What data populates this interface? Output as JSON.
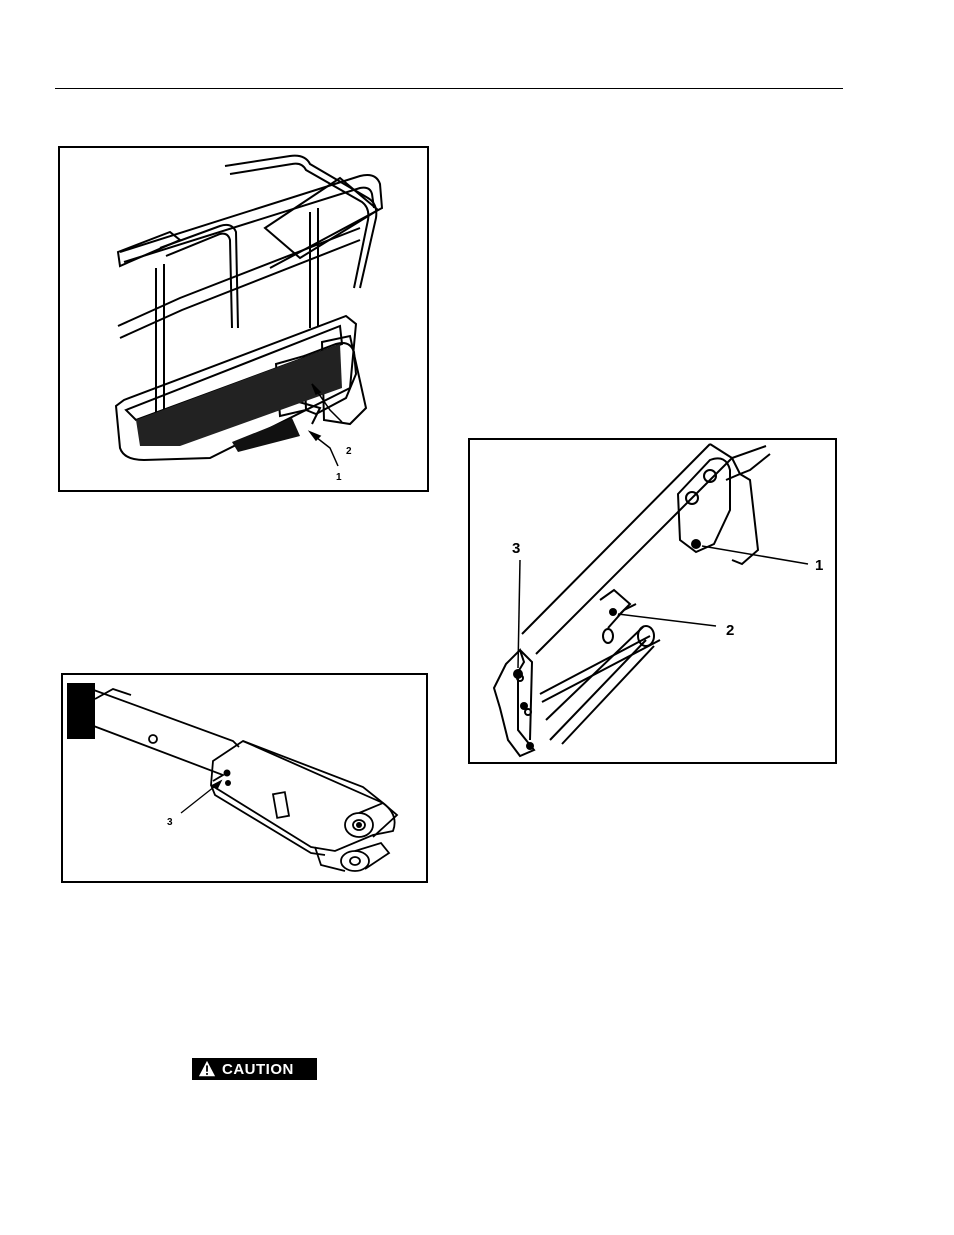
{
  "figures": {
    "basket": {
      "callouts": [
        "1",
        "2"
      ]
    },
    "arm": {
      "callouts": [
        "3"
      ]
    },
    "boom": {
      "callouts": [
        "1",
        "2",
        "3"
      ]
    }
  },
  "caution": {
    "label": "CAUTION",
    "icon": "warning-triangle-icon"
  }
}
